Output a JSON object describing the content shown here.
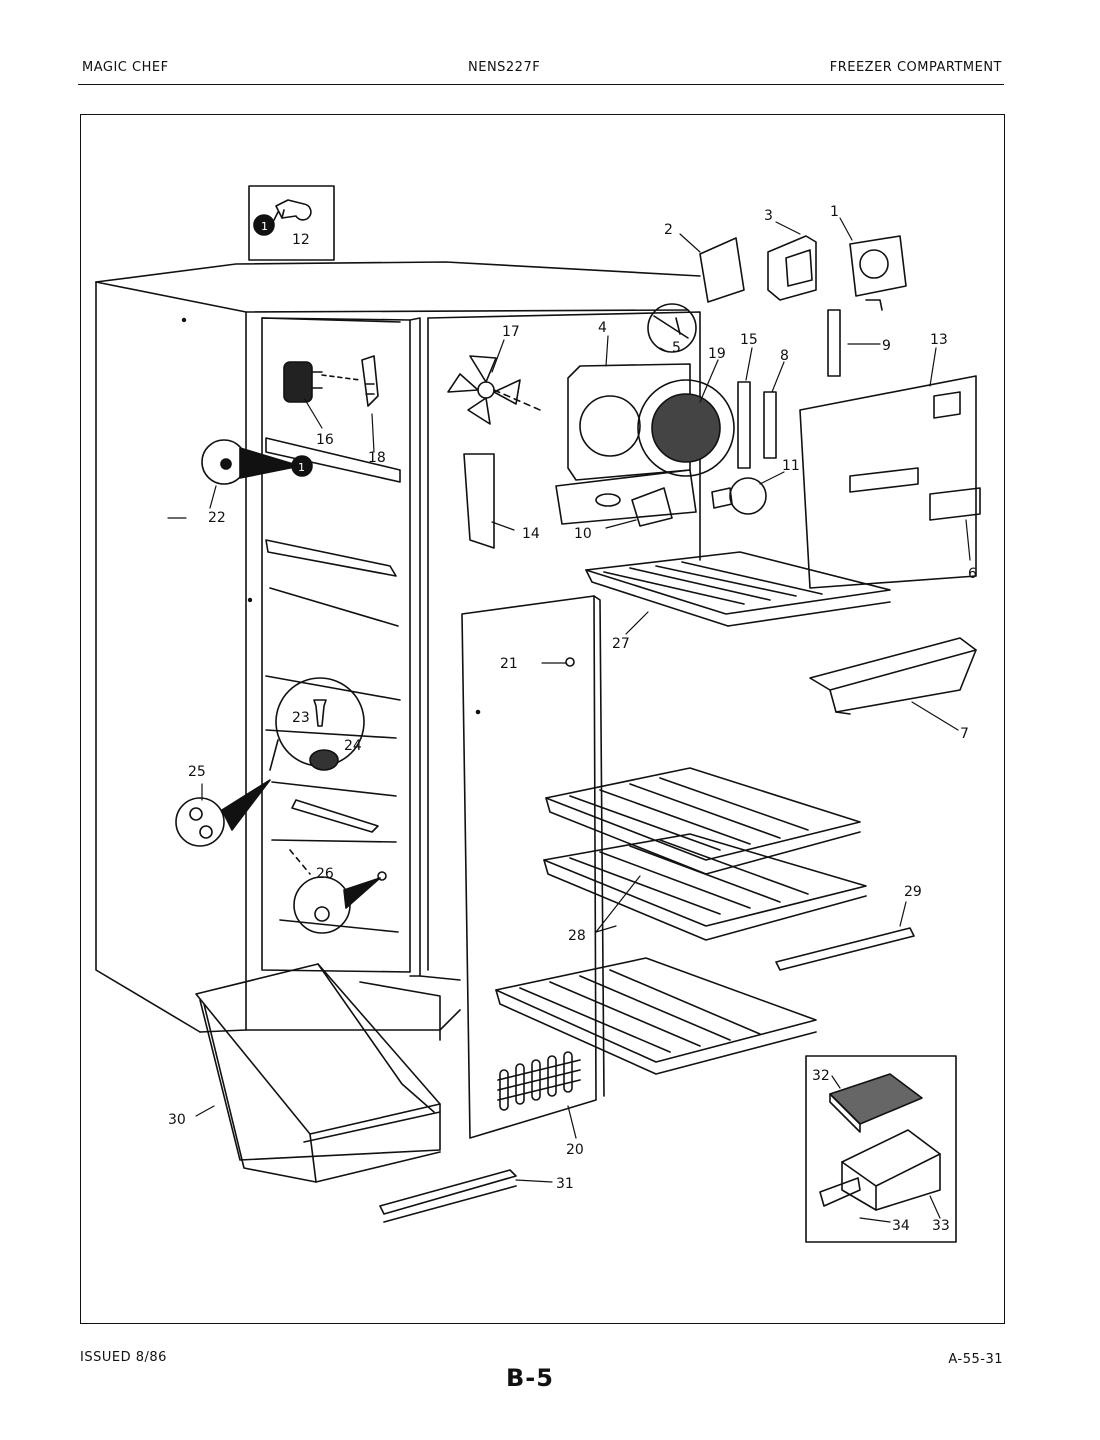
{
  "header": {
    "brand": "MAGIC CHEF",
    "model": "NENS227F",
    "section": "FREEZER COMPARTMENT"
  },
  "footer": {
    "issued": "ISSUED 8/86",
    "page": "B-5",
    "code": "A-55-31"
  },
  "callouts": {
    "c1": "1",
    "c2": "2",
    "c3": "3",
    "c4": "4",
    "c5": "5",
    "c6": "6",
    "c7": "7",
    "c8": "8",
    "c9": "9",
    "c10": "10",
    "c11": "11",
    "c12": "12",
    "c13": "13",
    "c14": "14",
    "c15": "15",
    "c16": "16",
    "c17": "17",
    "c18": "18",
    "c19": "19",
    "c20": "20",
    "c21": "21",
    "c22": "22",
    "c23": "23",
    "c24": "24",
    "c25": "25",
    "c26": "26",
    "c27": "27",
    "c28": "28",
    "c29": "29",
    "c30": "30",
    "c31": "31",
    "c32": "32",
    "c33": "33",
    "c34": "34"
  },
  "markers": {
    "m1": "1"
  }
}
